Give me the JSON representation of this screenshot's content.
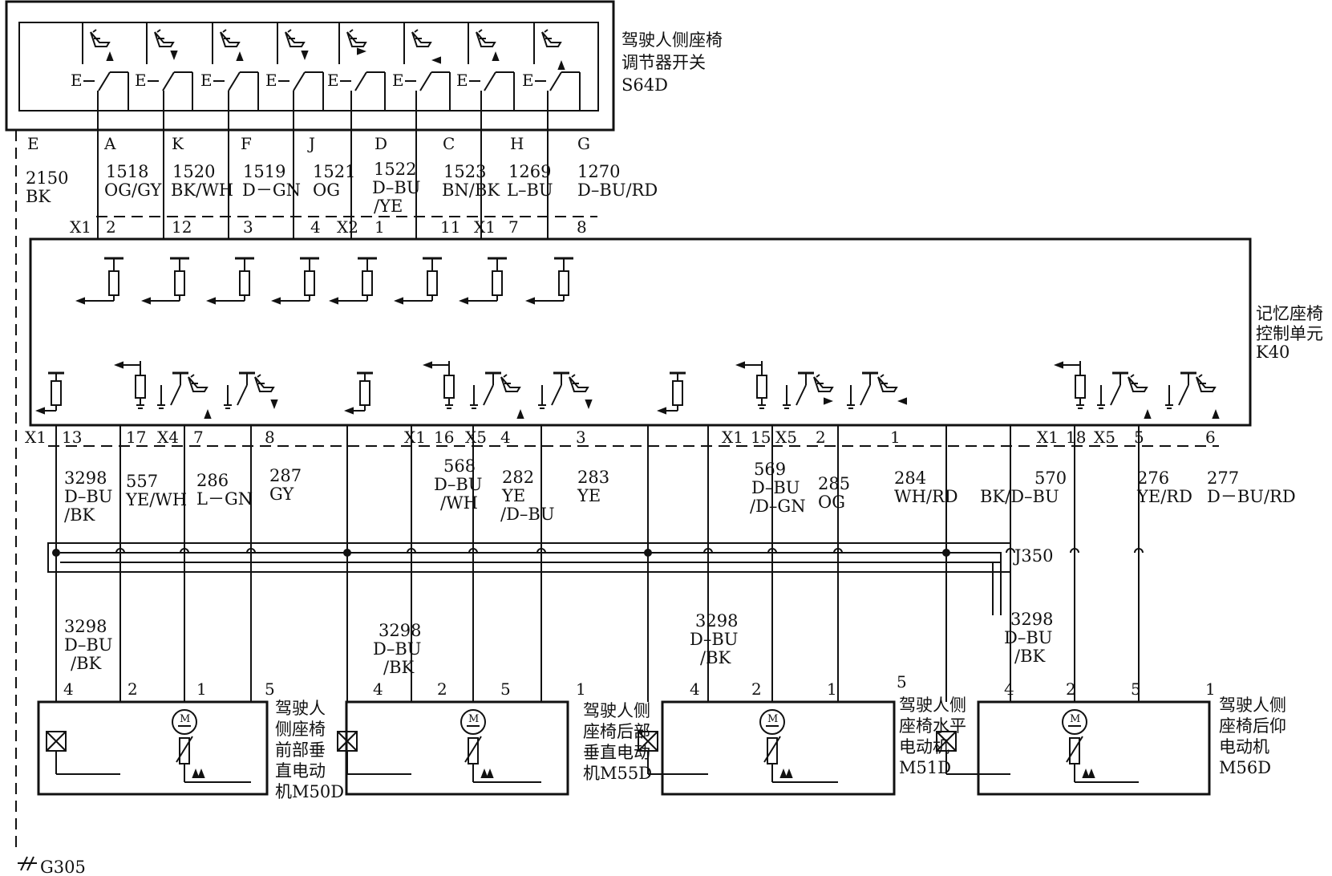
{
  "switch_unit": {
    "name_lines": [
      "驾驶人侧座椅",
      "调节器开关",
      "S64D"
    ],
    "pins": [
      "E",
      "A",
      "K",
      "F",
      "J",
      "D",
      "C",
      "H",
      "G"
    ],
    "contact_letter": "E"
  },
  "switch_wires": [
    {
      "lines": [
        "2150",
        "BK"
      ]
    },
    {
      "lines": [
        "1518",
        "OG/GY"
      ]
    },
    {
      "lines": [
        "1520",
        "BK/WH"
      ]
    },
    {
      "lines": [
        "1519",
        "D－GN"
      ]
    },
    {
      "lines": [
        "1521",
        "OG"
      ]
    },
    {
      "lines": [
        "1522",
        "D–BU",
        "/YE"
      ]
    },
    {
      "lines": [
        "1523",
        "BN/BK"
      ]
    },
    {
      "lines": [
        "1269",
        "L–BU"
      ]
    },
    {
      "lines": [
        "1270",
        "D–BU/RD"
      ]
    }
  ],
  "upper_connectors": {
    "groups": [
      "X1",
      "X2",
      "X1"
    ],
    "pins": [
      "2",
      "12",
      "3",
      "4",
      "1",
      "11",
      "7",
      "8"
    ]
  },
  "control_unit": {
    "name_lines": [
      "记忆座椅",
      "控制单元",
      "K40"
    ]
  },
  "lower_connectors": {
    "labels": [
      "X1",
      "X4",
      "X1",
      "X5",
      "X1",
      "X5",
      "X1",
      "X5"
    ],
    "pins": [
      "13",
      "17",
      "7",
      "8",
      "16",
      "4",
      "3",
      "15",
      "2",
      "1",
      "18",
      "5",
      "6"
    ]
  },
  "lower_wires": [
    {
      "lines": [
        "3298",
        "D–BU",
        "/BK"
      ]
    },
    {
      "lines": [
        "557",
        "YE/WH"
      ]
    },
    {
      "lines": [
        "286",
        "L－GN"
      ]
    },
    {
      "lines": [
        "287",
        "GY"
      ]
    },
    {
      "lines": [
        "568",
        "D–BU",
        "/WH"
      ]
    },
    {
      "lines": [
        "282",
        "YE",
        "/D–BU"
      ]
    },
    {
      "lines": [
        "283",
        "YE"
      ]
    },
    {
      "lines": [
        "569",
        "D–BU",
        "/D–GN"
      ]
    },
    {
      "lines": [
        "285",
        "OG"
      ]
    },
    {
      "lines": [
        "284",
        "WH/RD"
      ]
    },
    {
      "lines": [
        "570",
        "BK/D–BU"
      ]
    },
    {
      "lines": [
        "276",
        "YE/RD"
      ]
    },
    {
      "lines": [
        "277",
        "D－BU/RD"
      ]
    }
  ],
  "splice": {
    "label": "J350"
  },
  "motor_feed_wire": {
    "lines": [
      "3298",
      "D–BU",
      "/BK"
    ]
  },
  "motors": [
    {
      "pins": [
        "4",
        "2",
        "1",
        "5"
      ],
      "name_lines": [
        "驾驶人",
        "侧座椅",
        "前部垂",
        "直电动",
        "机M50D"
      ]
    },
    {
      "pins": [
        "4",
        "2",
        "5",
        "1"
      ],
      "name_lines": [
        "驾驶人侧",
        "座椅后部",
        "垂直电动",
        "机M55D"
      ]
    },
    {
      "pins": [
        "4",
        "2",
        "1",
        "5"
      ],
      "name_lines": [
        "驾驶人侧",
        "座椅水平",
        "电动机",
        "M51D"
      ]
    },
    {
      "pins": [
        "4",
        "2",
        "5",
        "1"
      ],
      "name_lines": [
        "驾驶人侧",
        "座椅后仰",
        "电动机",
        "M56D"
      ]
    }
  ],
  "motor_symbol_letter": "M",
  "ground": {
    "label": "G305"
  }
}
